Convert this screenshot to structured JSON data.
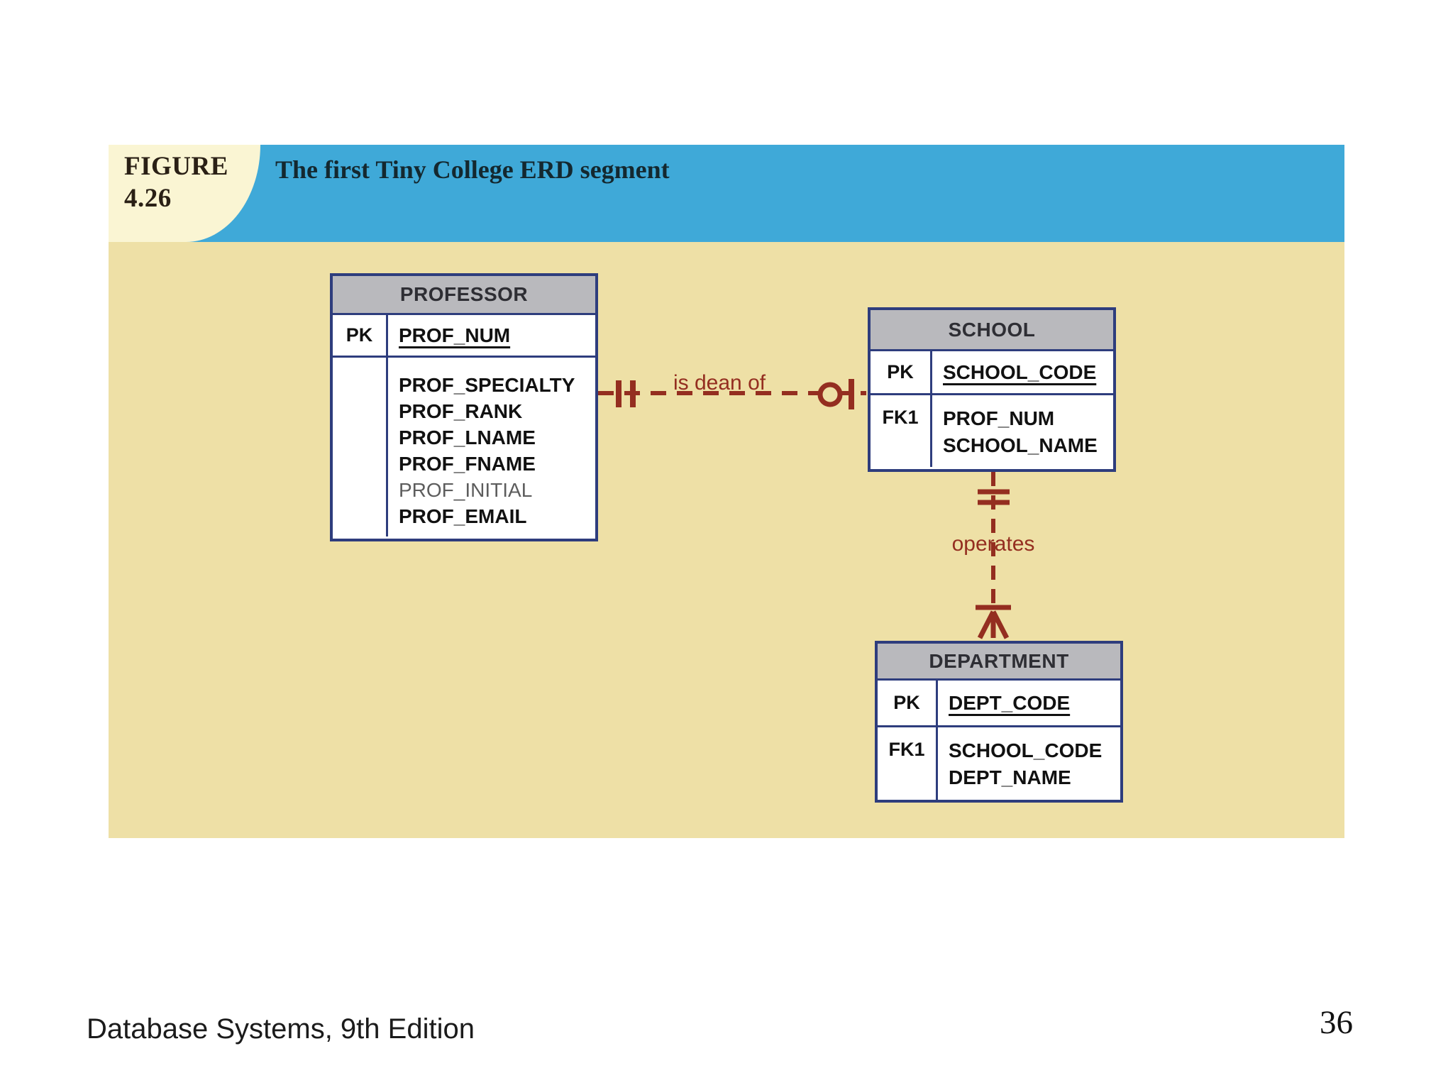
{
  "figure": {
    "label_top": "FIGURE",
    "label_num": "4.26",
    "title": "The first Tiny College ERD segment"
  },
  "entities": {
    "professor": {
      "name": "PROFESSOR",
      "pk_label": "PK",
      "pk_attr": "PROF_NUM",
      "attrs": [
        "PROF_SPECIALTY",
        "PROF_RANK",
        "PROF_LNAME",
        "PROF_FNAME",
        "PROF_INITIAL",
        "PROF_EMAIL"
      ]
    },
    "school": {
      "name": "SCHOOL",
      "pk_label": "PK",
      "pk_attr": "SCHOOL_CODE",
      "fk_label": "FK1",
      "fk_attrs": [
        "PROF_NUM",
        "SCHOOL_NAME"
      ]
    },
    "department": {
      "name": "DEPARTMENT",
      "pk_label": "PK",
      "pk_attr": "DEPT_CODE",
      "fk_label": "FK1",
      "fk_attrs": [
        "SCHOOL_CODE",
        "DEPT_NAME"
      ]
    }
  },
  "relationships": {
    "is_dean_of": {
      "label": "is dean of",
      "from": "PROFESSOR",
      "to": "SCHOOL",
      "from_cardinality": "one and only one",
      "to_cardinality": "zero or one",
      "line_style": "dashed"
    },
    "operates": {
      "label": "operates",
      "from": "SCHOOL",
      "to": "DEPARTMENT",
      "from_cardinality": "one and only one",
      "to_cardinality": "one or many",
      "line_style": "dashed"
    }
  },
  "footer": {
    "book": "Database Systems, 9th Edition",
    "page": "36"
  },
  "colors": {
    "header_blue": "#3fa9d8",
    "body_tan": "#eee0a6",
    "wedge_cream": "#faf5d3",
    "connector_maroon": "#942e20",
    "table_border_navy": "#2e3d7d",
    "table_header_gray": "#b9b9bd"
  }
}
